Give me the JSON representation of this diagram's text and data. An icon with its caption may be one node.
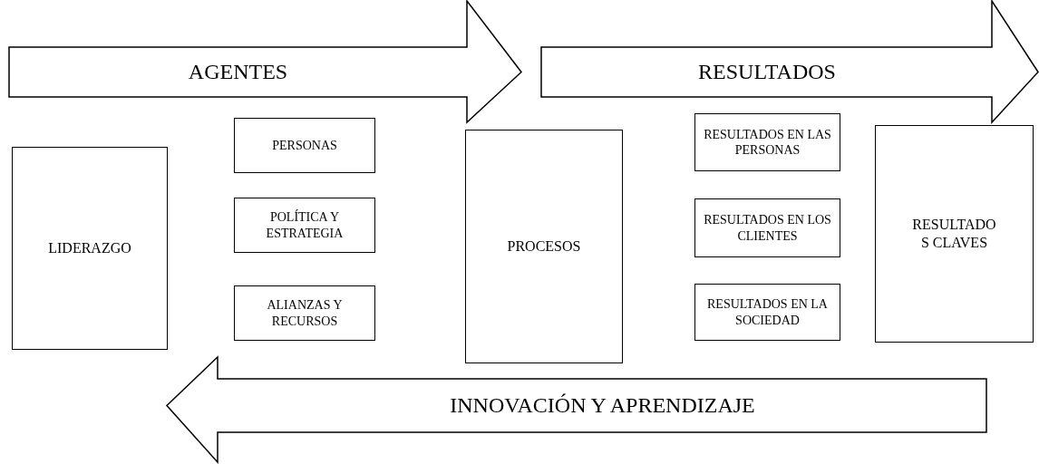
{
  "diagram": {
    "nodes": [
      {
        "text": [
          "AGENTES"
        ]
      },
      {
        "text": [
          "RESULTADOS"
        ]
      },
      {
        "text": [
          "LIDERAZGO"
        ]
      },
      {
        "text": [
          "PERSONAS"
        ]
      },
      {
        "text": [
          "POLÍTICA Y ESTRATEGIA"
        ]
      },
      {
        "text": [
          "ALIANZAS Y RECURSOS"
        ]
      },
      {
        "text": [
          "PROCESOS"
        ]
      },
      {
        "text": [
          "RESULTADOS EN LAS PERSONAS"
        ]
      },
      {
        "text": [
          "RESULTADOS EN LOS CLIENTES"
        ]
      },
      {
        "text": [
          "RESULTADOS EN LA SOCIEDAD"
        ]
      },
      {
        "text": [
          "RESULTADO S CLAVES"
        ]
      },
      {
        "text": [
          "INNOVACIÓN Y APRENDIZAJE"
        ]
      }
    ]
  }
}
